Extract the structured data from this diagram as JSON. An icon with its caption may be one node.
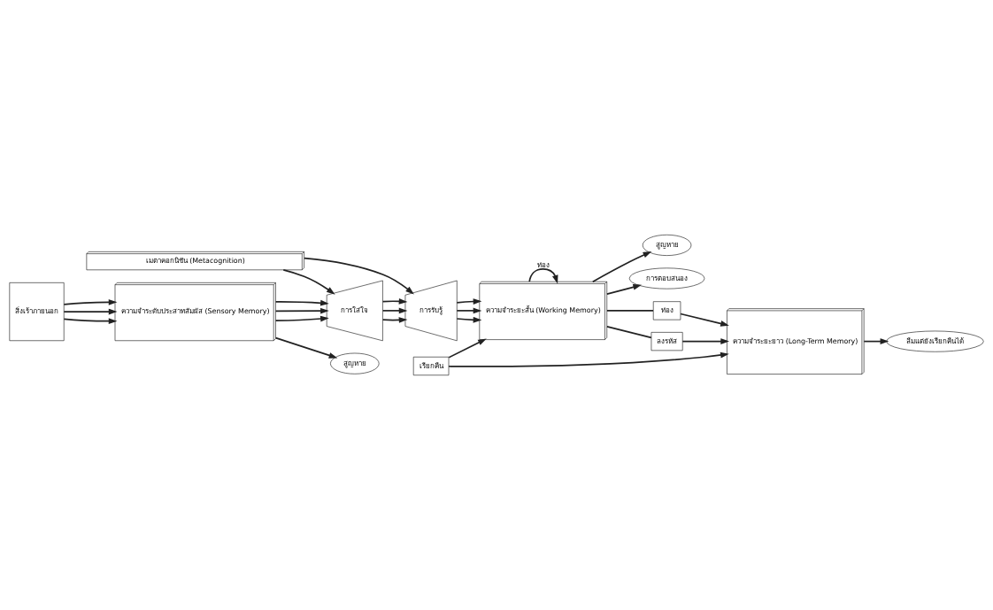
{
  "diagram": {
    "nodes": [
      {
        "text": [
          "เมตาคอกนิชัน (Metacognition)"
        ]
      },
      {
        "text": [
          "สิ่งเร้าภายนอก"
        ]
      },
      {
        "text": [
          "ความจำระดับประสาทสัมผัส (Sensory Memory)"
        ]
      },
      {
        "text": [
          "การใส่ใจ"
        ]
      },
      {
        "text": [
          "การรับรู้"
        ]
      },
      {
        "text": [
          "ความจำระยะสั้น (Working Memory)"
        ]
      },
      {
        "text": [
          "สูญหาย"
        ]
      },
      {
        "text": [
          "การตอบสนอง"
        ]
      },
      {
        "text": [
          "ท่อง"
        ]
      },
      {
        "text": [
          "ลงรหัส"
        ]
      },
      {
        "text": [
          "เรียกคืน"
        ]
      },
      {
        "text": [
          "ความจำระยะยาว (Long-Term Memory)"
        ]
      },
      {
        "text": [
          "สูญหาย"
        ]
      },
      {
        "text": [
          "ลืมแต่ยังเรียกคืนได้"
        ]
      }
    ],
    "edges": [
      {
        "from": 1,
        "to": 2,
        "arrow": "to"
      },
      {
        "from": 1,
        "to": 2,
        "arrow": "to"
      },
      {
        "from": 1,
        "to": 2,
        "arrow": "to"
      },
      {
        "from": 2,
        "to": 3,
        "arrow": "to"
      },
      {
        "from": 2,
        "to": 3,
        "arrow": "to"
      },
      {
        "from": 2,
        "to": 3,
        "arrow": "to"
      },
      {
        "from": 3,
        "to": 4,
        "arrow": "to"
      },
      {
        "from": 3,
        "to": 4,
        "arrow": "to"
      },
      {
        "from": 3,
        "to": 4,
        "arrow": "to"
      },
      {
        "from": 4,
        "to": 5,
        "arrow": "to"
      },
      {
        "from": 4,
        "to": 5,
        "arrow": "to"
      },
      {
        "from": 4,
        "to": 5,
        "arrow": "to"
      },
      {
        "from": 0,
        "to": 3,
        "arrow": "to"
      },
      {
        "from": 0,
        "to": 4,
        "arrow": "to"
      },
      {
        "from": 2,
        "to": 6,
        "arrow": "to"
      },
      {
        "from": 5,
        "to": 5,
        "arrow": "to",
        "label": "ท่อง"
      },
      {
        "from": 5,
        "to": 7,
        "arrow": "to"
      },
      {
        "from": 5,
        "to": 8,
        "arrow": "none"
      },
      {
        "from": 8,
        "to": 11,
        "arrow": "to"
      },
      {
        "from": 5,
        "to": 9,
        "arrow": "none"
      },
      {
        "from": 9,
        "to": 11,
        "arrow": "to"
      },
      {
        "from": 10,
        "to": 5,
        "arrow": "to"
      },
      {
        "from": 10,
        "to": 11,
        "arrow": "to"
      },
      {
        "from": 5,
        "to": 12,
        "arrow": "to"
      },
      {
        "from": 11,
        "to": 13,
        "arrow": "to"
      }
    ]
  }
}
